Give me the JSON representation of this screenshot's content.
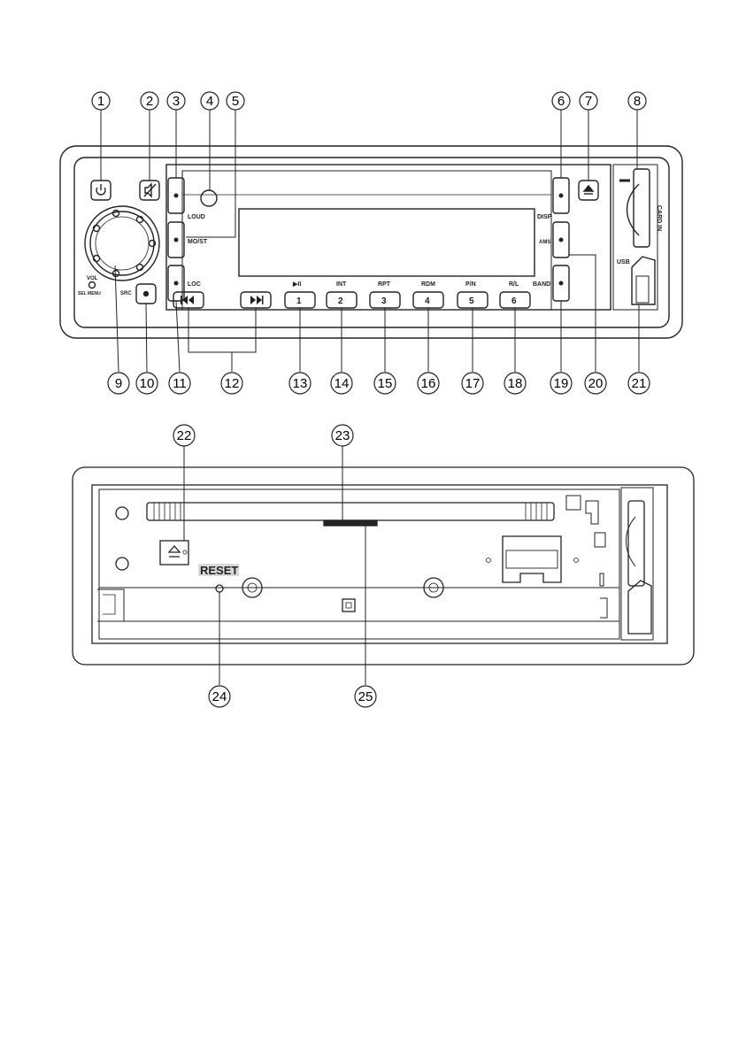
{
  "callouts": [
    "1",
    "2",
    "3",
    "4",
    "5",
    "6",
    "7",
    "8",
    "9",
    "10",
    "11",
    "12",
    "13",
    "14",
    "15",
    "16",
    "17",
    "18",
    "19",
    "20",
    "21",
    "22",
    "23",
    "24",
    "25"
  ],
  "front_labels": {
    "loud": "LOUD",
    "mo_st": "MO/ST",
    "loc": "LOC",
    "disp": "DISP",
    "ams": "AMS",
    "band": "BAND",
    "usb": "USB",
    "card_in": "CARD IN",
    "vol": "VOL",
    "sel_menu": "SEL MENU",
    "src": "SRC",
    "play_pause": "▶II",
    "int": "INT",
    "rpt": "RPT",
    "rdm": "RDM",
    "pn": "P/N",
    "rl": "R/L"
  },
  "presets": [
    "1",
    "2",
    "3",
    "4",
    "5",
    "6"
  ],
  "rear_labels": {
    "reset": "RESET"
  },
  "icons": {
    "power": "power-icon",
    "mute": "mute-icon",
    "eject": "eject-icon",
    "prev": "previous-track-icon",
    "next": "next-track-icon"
  }
}
